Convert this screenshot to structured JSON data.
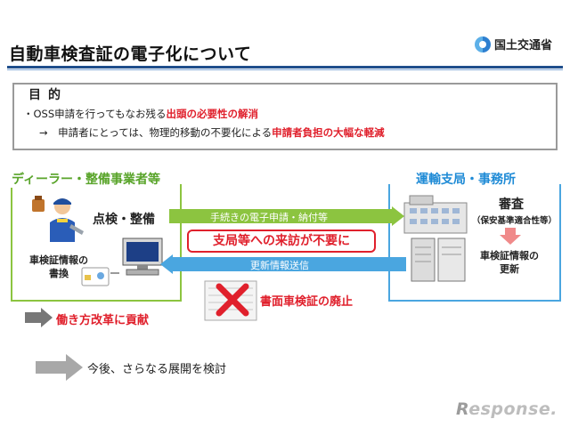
{
  "header": {
    "title": "自動車検査証の電子化について",
    "ministry": "国土交通省"
  },
  "purpose": {
    "tag": "目的",
    "line1_pre": "・OSS申請を行ってもなお残る",
    "line1_red": "出頭の必要性の解消",
    "line2_pre": "→　申請者にとっては、物理的移動の不要化による",
    "line2_red": "申請者負担の大幅な軽減"
  },
  "dealer": {
    "title": "ディーラー・整備事業者等",
    "inspect": "点検・整備",
    "cert_update_1": "車検証情報の",
    "cert_update_2": "書換"
  },
  "office": {
    "title": "運輸支局・事務所",
    "review": "審査",
    "review_sub": "（保安基準適合性等）",
    "cert_update_1": "車検証情報の",
    "cert_update_2": "更新"
  },
  "flow": {
    "green_arrow": "手続きの電子申請・納付等",
    "no_visit": "支局等への来訪が不要に",
    "blue_arrow": "更新情報送信",
    "abolish": "書面車検証の廃止"
  },
  "outcomes": {
    "work_style": "働き方改革に貢献",
    "future": "今後、さらなる展開を検討"
  },
  "watermark": "Response.",
  "colors": {
    "accent_red": "#e0202c",
    "dealer_green": "#8cc440",
    "office_blue": "#4aa6e0",
    "title_rule": "#1f4e8c"
  }
}
